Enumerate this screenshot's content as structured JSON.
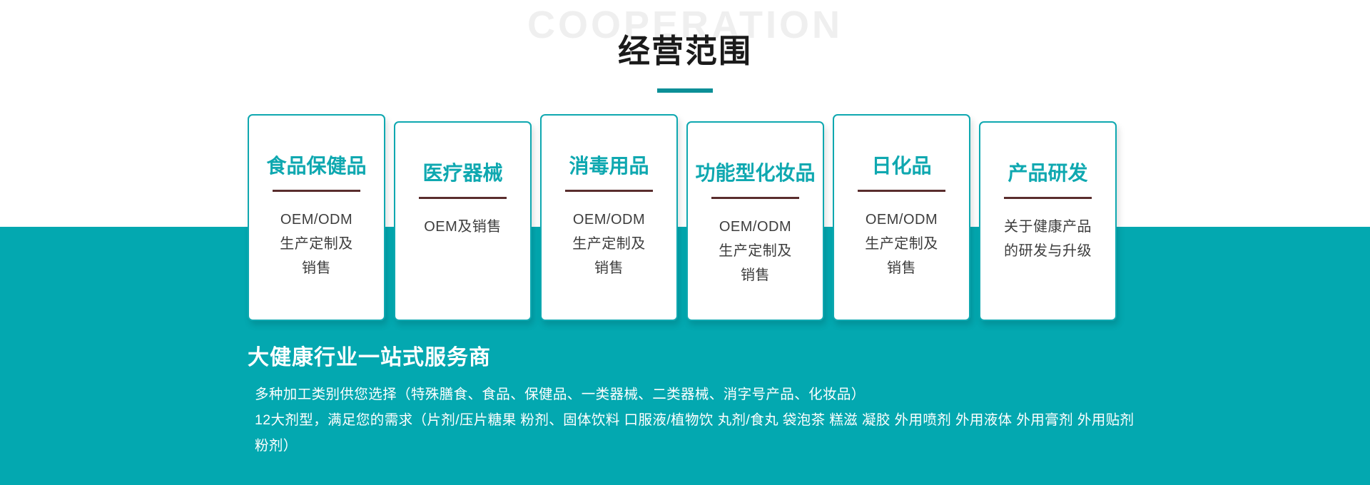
{
  "header": {
    "ghost_text": "COOPERATION",
    "title": "经营范围",
    "accent_color": "#0c8f97"
  },
  "theme": {
    "teal": "#03a8b0",
    "card_border": "#0fa8b0",
    "title_teal": "#0fa8b0",
    "rule_maroon": "#5a2d2d",
    "ghost_gray": "#efefef",
    "body_gray": "#3d3d3d"
  },
  "cards": [
    {
      "title": "食品保健品",
      "lines": [
        "OEM/ODM",
        "生产定制及",
        "销售"
      ]
    },
    {
      "title": "医疗器械",
      "lines": [
        "OEM及销售"
      ]
    },
    {
      "title": "消毒用品",
      "lines": [
        "OEM/ODM",
        "生产定制及",
        "销售"
      ]
    },
    {
      "title": "功能型化妆品",
      "lines": [
        "OEM/ODM",
        "生产定制及",
        "销售"
      ]
    },
    {
      "title": "日化品",
      "lines": [
        "OEM/ODM",
        "生产定制及",
        "销售"
      ]
    },
    {
      "title": "产品研发",
      "lines": [
        "关于健康产品",
        "的研发与升级"
      ]
    }
  ],
  "bottom": {
    "headline": "大健康行业一站式服务商",
    "line1": "多种加工类别供您选择（特殊膳食、食品、保健品、一类器械、二类器械、消字号产品、化妆品）",
    "line2": "12大剂型，满足您的需求（片剂/压片糖果 粉剂、固体饮料 口服液/植物饮 丸剂/食丸 袋泡茶 糕滋 凝胶 外用喷剂 外用液体 外用膏剂 外用贴剂 粉剂）"
  }
}
